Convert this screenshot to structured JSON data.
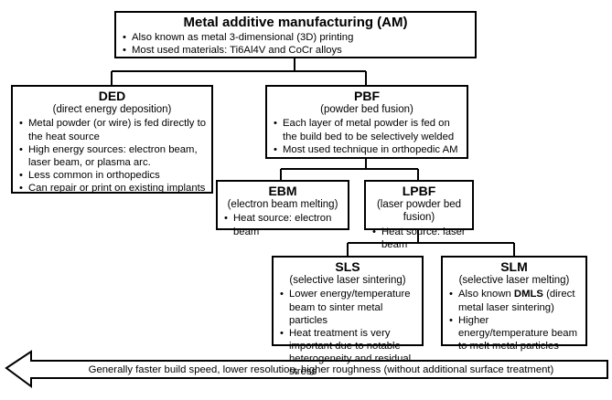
{
  "nodes": {
    "am": {
      "title": "Metal additive manufacturing (AM)",
      "bullets": [
        "Also known as metal 3-dimensional (3D) printing",
        "Most used materials: Ti6Al4V and CoCr alloys"
      ]
    },
    "ded": {
      "title": "DED",
      "subtitle": "(direct energy deposition)",
      "bullets": [
        "Metal powder (or wire) is fed directly to the heat source",
        "High energy sources: electron beam, laser beam, or plasma arc.",
        "Less common in orthopedics",
        "Can repair or print on existing implants"
      ]
    },
    "pbf": {
      "title": "PBF",
      "subtitle": "(powder bed fusion)",
      "bullets": [
        "Each layer of metal powder is fed on the build bed to be selectively welded",
        "Most used technique in orthopedic AM"
      ]
    },
    "ebm": {
      "title": "EBM",
      "subtitle": "(electron beam melting)",
      "bullets": [
        "Heat source: electron beam"
      ]
    },
    "lpbf": {
      "title": "LPBF",
      "subtitle": "(laser powder bed fusion)",
      "bullets": [
        "Heat source: laser beam"
      ]
    },
    "sls": {
      "title": "SLS",
      "subtitle": "(selective laser sintering)",
      "bullets": [
        "Lower energy/temperature beam to sinter metal particles",
        "Heat treatment is very important due to notable heterogeneity and residual stress"
      ]
    },
    "slm": {
      "title": "SLM",
      "subtitle": "(selective laser melting)",
      "bullet1_pre": "Also known ",
      "bullet1_bold": "DMLS",
      "bullet1_post": " (direct metal laser sintering)",
      "bullets": [
        "Higher energy/temperature beam to melt metal particles"
      ]
    }
  },
  "arrow": {
    "label": "Generally faster build speed, lower resolution, higher roughness (without additional surface treatment)"
  }
}
